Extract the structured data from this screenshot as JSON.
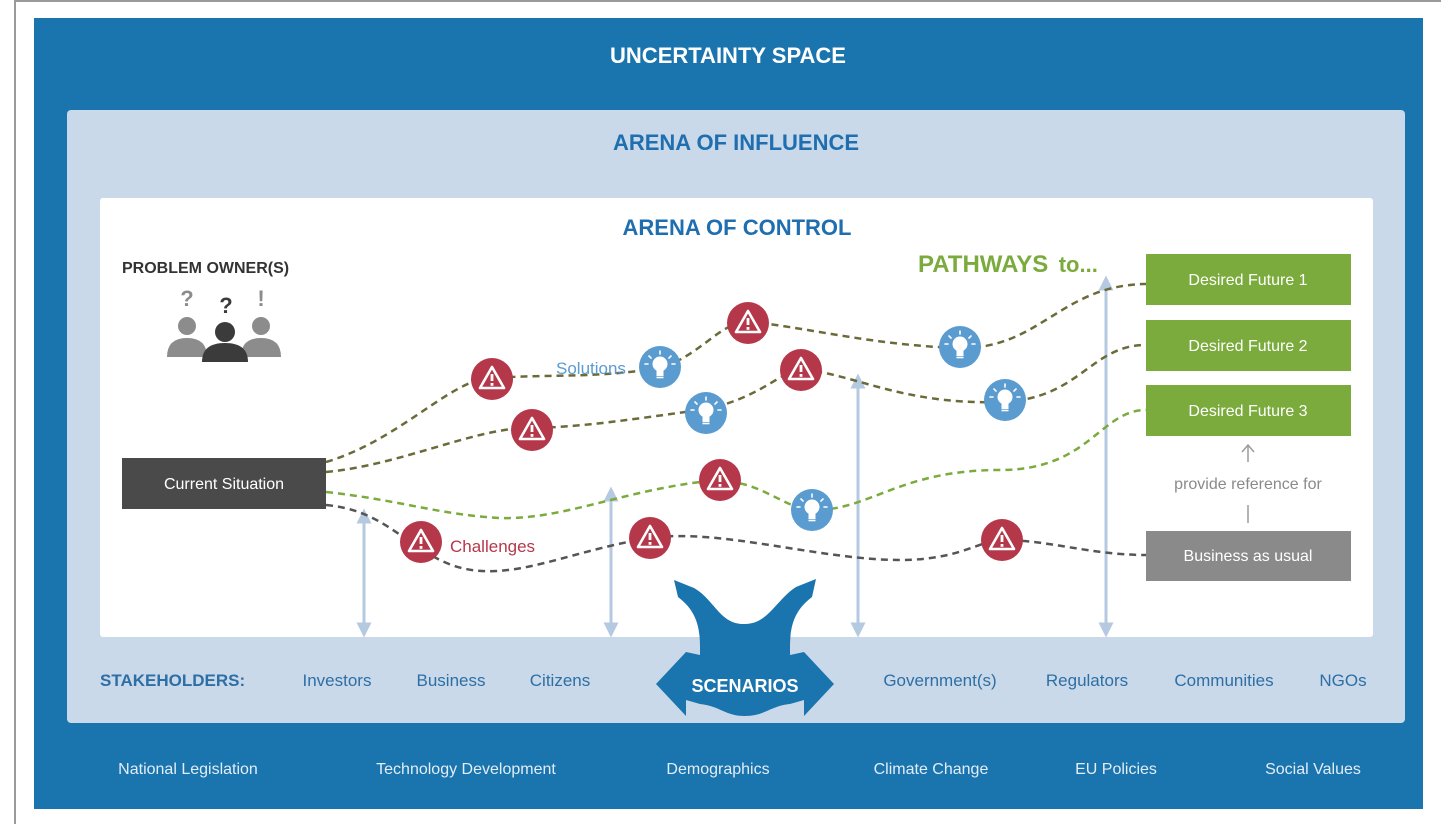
{
  "colors": {
    "outer_blue": "#1a74ad",
    "influence_bg": "#c9d9e9",
    "control_bg": "#ffffff",
    "title_blue": "#1f6fb0",
    "green": "#7aab3c",
    "red": "#b5384a",
    "dark_box": "#4a4a4a",
    "grey_box": "#8a8a8a",
    "person_grey": "#8c8c8c",
    "person_dark": "#3b3b3b",
    "stakeholder_blue": "#2d6fa5",
    "bulb_blue": "#5a9bd0",
    "arrow_light": "#b5c9e1"
  },
  "titles": {
    "uncertainty": "UNCERTAINTY SPACE",
    "influence": "ARENA OF INFLUENCE",
    "control": "ARENA OF CONTROL"
  },
  "problem_owner": {
    "label": "PROBLEM OWNER(S)",
    "marks": [
      "?",
      "?",
      "!"
    ]
  },
  "pathways_label": {
    "main": "PATHWAYS",
    "suffix": "to..."
  },
  "futures": [
    "Desired Future 1",
    "Desired Future 2",
    "Desired Future 3"
  ],
  "current_situation": "Current Situation",
  "business_as_usual": "Business as usual",
  "provide_reference": "provide reference for",
  "labels": {
    "solutions": "Solutions",
    "challenges": "Challenges"
  },
  "stakeholders": {
    "label": "STAKEHOLDERS:",
    "items": [
      "Investors",
      "Business",
      "Citizens",
      "Government(s)",
      "Regulators",
      "Communities",
      "NGOs"
    ]
  },
  "scenarios": "SCENARIOS",
  "drivers": [
    "National Legislation",
    "Technology Development",
    "Demographics",
    "Climate Change",
    "EU Policies",
    "Social Values"
  ],
  "icons": {
    "challenge": "warning-icon",
    "solution": "lightbulb-icon",
    "owner": "people-icon",
    "scenarios": "four-way-arrow-icon"
  }
}
